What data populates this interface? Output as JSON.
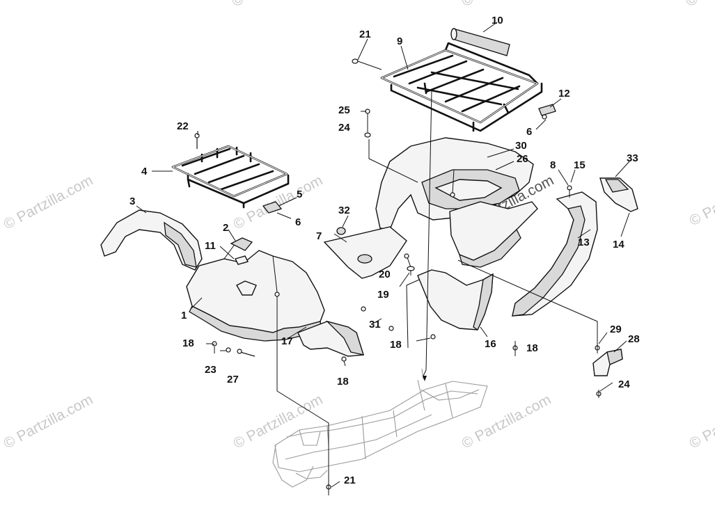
{
  "watermark": {
    "text": "© Partzilla.com",
    "short_text": "© Parti",
    "center_text": "© Partzilla.com"
  },
  "callouts": {
    "c1": "1",
    "c2": "2",
    "c3": "3",
    "c4": "4",
    "c5": "5",
    "c6a": "6",
    "c6b": "6",
    "c7": "7",
    "c8": "8",
    "c9": "9",
    "c10": "10",
    "c11": "11",
    "c12": "12",
    "c13": "13",
    "c14": "14",
    "c15": "15",
    "c16": "16",
    "c17": "17",
    "c18a": "18",
    "c18b": "18",
    "c18c": "18",
    "c18d": "18",
    "c19": "19",
    "c20": "20",
    "c21a": "21",
    "c21b": "21",
    "c22": "22",
    "c23": "23",
    "c24a": "24",
    "c24b": "24",
    "c25": "25",
    "c26": "26",
    "c27": "27",
    "c28": "28",
    "c29": "29",
    "c30": "30",
    "c31": "31",
    "c32": "32",
    "c33": "33"
  }
}
